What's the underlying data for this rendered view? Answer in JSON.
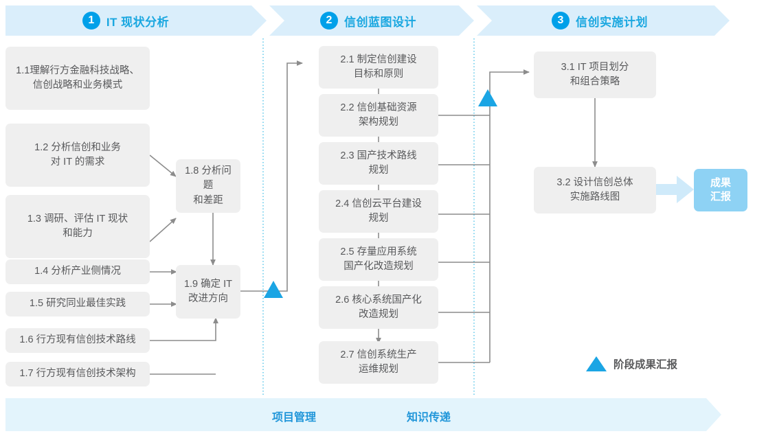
{
  "phases": [
    {
      "num": "1",
      "label": "IT 现状分析"
    },
    {
      "num": "2",
      "label": "信创蓝图设计"
    },
    {
      "num": "3",
      "label": "信创实施计划"
    }
  ],
  "column1": [
    {
      "id": "1.1",
      "text": "1.1理解行方金融科技战略、\n信创战略和业务模式"
    },
    {
      "id": "1.2",
      "text": "1.2 分析信创和业务\n对 IT 的需求"
    },
    {
      "id": "1.3",
      "text": "1.3 调研、评估 IT 现状\n和能力"
    },
    {
      "id": "1.4",
      "text": "1.4 分析产业侧情况"
    },
    {
      "id": "1.5",
      "text": "1.5 研究同业最佳实践"
    },
    {
      "id": "1.6",
      "text": "1.6 行方现有信创技术路线"
    },
    {
      "id": "1.7",
      "text": "1.7 行方现有信创技术架构"
    },
    {
      "id": "1.8",
      "text": "1.8 分析问题\n和差距"
    },
    {
      "id": "1.9",
      "text": "1.9 确定 IT\n改进方向"
    }
  ],
  "column2": [
    {
      "id": "2.1",
      "text": "2.1 制定信创建设\n目标和原则"
    },
    {
      "id": "2.2",
      "text": "2.2 信创基础资源\n架构规划"
    },
    {
      "id": "2.3",
      "text": "2.3 国产技术路线\n规划"
    },
    {
      "id": "2.4",
      "text": "2.4 信创云平台建设\n规划"
    },
    {
      "id": "2.5",
      "text": "2.5 存量应用系统\n国产化改造规划"
    },
    {
      "id": "2.6",
      "text": "2.6 核心系统国产化\n改造规划"
    },
    {
      "id": "2.7",
      "text": "2.7 信创系统生产\n运维规划"
    }
  ],
  "column3": [
    {
      "id": "3.1",
      "text": "3.1 IT 项目划分\n和组合策略"
    },
    {
      "id": "3.2",
      "text": "3.2 设计信创总体\n实施路线图"
    }
  ],
  "result": {
    "text": "成果\n汇报"
  },
  "legend": {
    "label": "阶段成果汇报",
    "marker": "triangle-marker"
  },
  "bottom": {
    "items": [
      "项目管理",
      "知识传递"
    ]
  },
  "colors": {
    "accent": "#00a0e9",
    "header_band": "#daeefb",
    "header_text": "#1aa7e0",
    "box_fill": "#efefef",
    "box_text": "#58595b",
    "result_fill": "#8ed2f4",
    "bottom_band": "#e3f4fc",
    "bottom_text": "#2196d9",
    "wire": "#8c8c8c",
    "divider": "#4fc3e8"
  }
}
